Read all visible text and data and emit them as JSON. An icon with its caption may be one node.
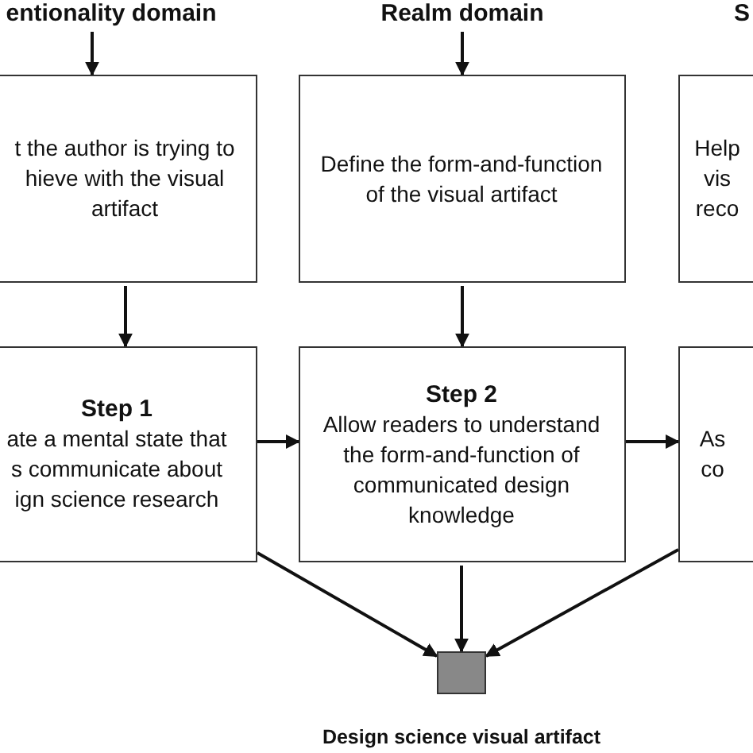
{
  "diagram": {
    "nodes": [
      {
        "text": [
          "entionality domain"
        ]
      },
      {
        "text": [
          "t the author is trying to hieve with the visual artifact"
        ]
      },
      {
        "text": [
          "Realm domain"
        ]
      },
      {
        "text": [
          "Define the form-and-function of the visual artifact"
        ]
      },
      {
        "text": [
          "S"
        ]
      },
      {
        "text": [
          "Help vis reco"
        ]
      },
      {
        "text": [
          "Step 1",
          "ate a mental state that s communicate about ign science research"
        ]
      },
      {
        "text": [
          "Step 2",
          "Allow readers to understand the form-and-function of communicated design knowledge"
        ]
      },
      {
        "text": [
          "As co"
        ]
      },
      {
        "text": [],
        "shape": "box",
        "beside": [
          "Design science visual artifact"
        ]
      }
    ],
    "edges": [
      {
        "from": 0,
        "to": 1,
        "arrow": "to"
      },
      {
        "from": 2,
        "to": 3,
        "arrow": "to"
      },
      {
        "from": 1,
        "to": 6,
        "arrow": "to"
      },
      {
        "from": 3,
        "to": 7,
        "arrow": "to"
      },
      {
        "from": 6,
        "to": 7,
        "arrow": "to"
      },
      {
        "from": 7,
        "to": 8,
        "arrow": "to"
      },
      {
        "from": 6,
        "to": 9,
        "arrow": "to"
      },
      {
        "from": 7,
        "to": 9,
        "arrow": "to"
      },
      {
        "from": 8,
        "to": 9,
        "arrow": "to"
      }
    ]
  }
}
